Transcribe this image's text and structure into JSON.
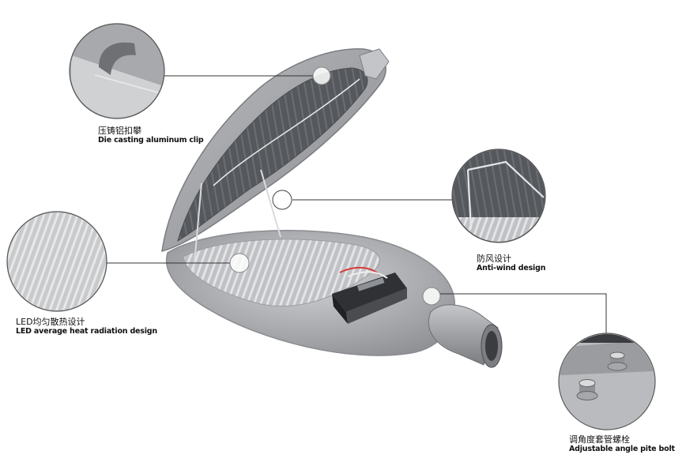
{
  "callouts": [
    {
      "id": "clip",
      "zh": "压铸铝扣攀",
      "en": "Die casting aluminum clip"
    },
    {
      "id": "wind",
      "zh": "防风设计",
      "en": "Anti-wind design"
    },
    {
      "id": "heat",
      "zh": "LED均匀散热设计",
      "en": "LED average heat radiation design"
    },
    {
      "id": "bolt",
      "zh": "调角度套管螺栓",
      "en": "Adjustable angle pite bolt"
    }
  ],
  "colors": {
    "housing": "#a9abae",
    "housing_dark": "#7f8185",
    "inner": "#5f6266",
    "fins": "#c9cbce",
    "driver": "#3b3d40",
    "leader": "#333333"
  }
}
